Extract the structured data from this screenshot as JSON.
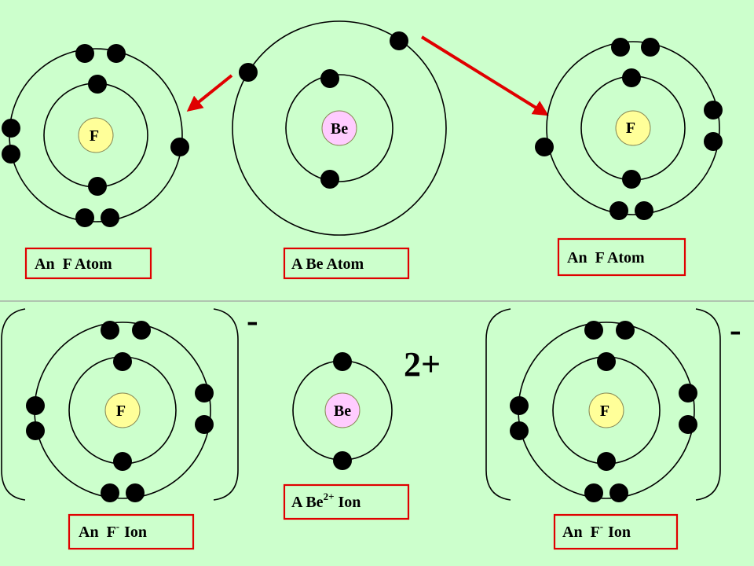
{
  "diagram": {
    "top_row": {
      "f_atom_left": {
        "symbol": "F",
        "label": "An  F Atom"
      },
      "be_atom": {
        "symbol": "Be",
        "label": "A Be Atom"
      },
      "f_atom_right": {
        "symbol": "F",
        "label": "An  F Atom"
      }
    },
    "bottom_row": {
      "f_ion_left": {
        "symbol": "F",
        "charge": "-",
        "label": {
          "prefix": "An  F",
          "sup": "-",
          "suffix": "Ion"
        }
      },
      "be_ion": {
        "symbol": "Be",
        "charge": "2+",
        "label": {
          "prefix": "A Be",
          "sup": "2+",
          "suffix": "Ion"
        }
      },
      "f_ion_right": {
        "symbol": "F",
        "charge": "-",
        "label": {
          "prefix": "An  F",
          "sup": "-",
          "suffix": "Ion"
        }
      }
    }
  },
  "colors": {
    "background": "#ccffcc",
    "fluorine_nucleus": "#ffff99",
    "beryllium_nucleus": "#ffccff",
    "electron": "#000000",
    "arrow": "#e00000",
    "label_border": "#e00000"
  }
}
